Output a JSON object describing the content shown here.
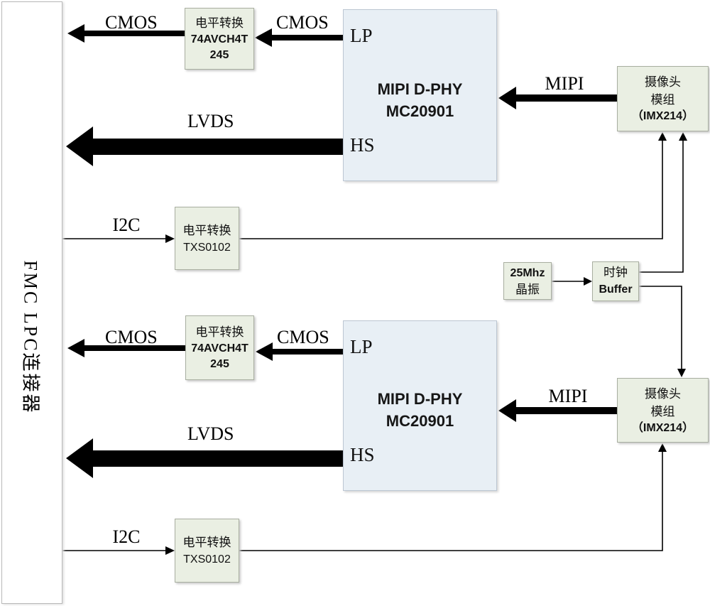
{
  "connector": {
    "label": "FMC LPC连接器"
  },
  "ch1": {
    "cmos_out_label": "CMOS",
    "cmos_in_label": "CMOS",
    "lvds_label": "LVDS",
    "mipi_label": "MIPI",
    "i2c_label": "I2C",
    "ls_cmos": {
      "l1": "电平转换",
      "l2": "74AVCH4T",
      "l3": "245"
    },
    "ls_i2c": {
      "l1": "电平转换",
      "l2": "TXS0102"
    },
    "dphy": {
      "lp": "LP",
      "hs": "HS",
      "t1": "MIPI D-PHY",
      "t2": "MC20901"
    },
    "camera": {
      "l1": "摄像头",
      "l2": "模组",
      "l3": "（IMX214）"
    }
  },
  "ch2": {
    "cmos_out_label": "CMOS",
    "cmos_in_label": "CMOS",
    "lvds_label": "LVDS",
    "mipi_label": "MIPI",
    "i2c_label": "I2C",
    "ls_cmos": {
      "l1": "电平转换",
      "l2": "74AVCH4T",
      "l3": "245"
    },
    "ls_i2c": {
      "l1": "电平转换",
      "l2": "TXS0102"
    },
    "dphy": {
      "lp": "LP",
      "hs": "HS",
      "t1": "MIPI D-PHY",
      "t2": "MC20901"
    },
    "camera": {
      "l1": "摄像头",
      "l2": "模组",
      "l3": "（IMX214）"
    }
  },
  "clock": {
    "crystal": {
      "l1": "25Mhz",
      "l2": "晶振"
    },
    "buffer": {
      "l1": "时钟",
      "l2": "Buffer"
    }
  },
  "colors": {
    "box_green": "#eaefe3",
    "box_blue": "#e8eff5",
    "green_border": "#a8aea0",
    "blue_border": "#bcc6d2",
    "fmc_border": "#b9b9b9",
    "line": "#000000"
  }
}
